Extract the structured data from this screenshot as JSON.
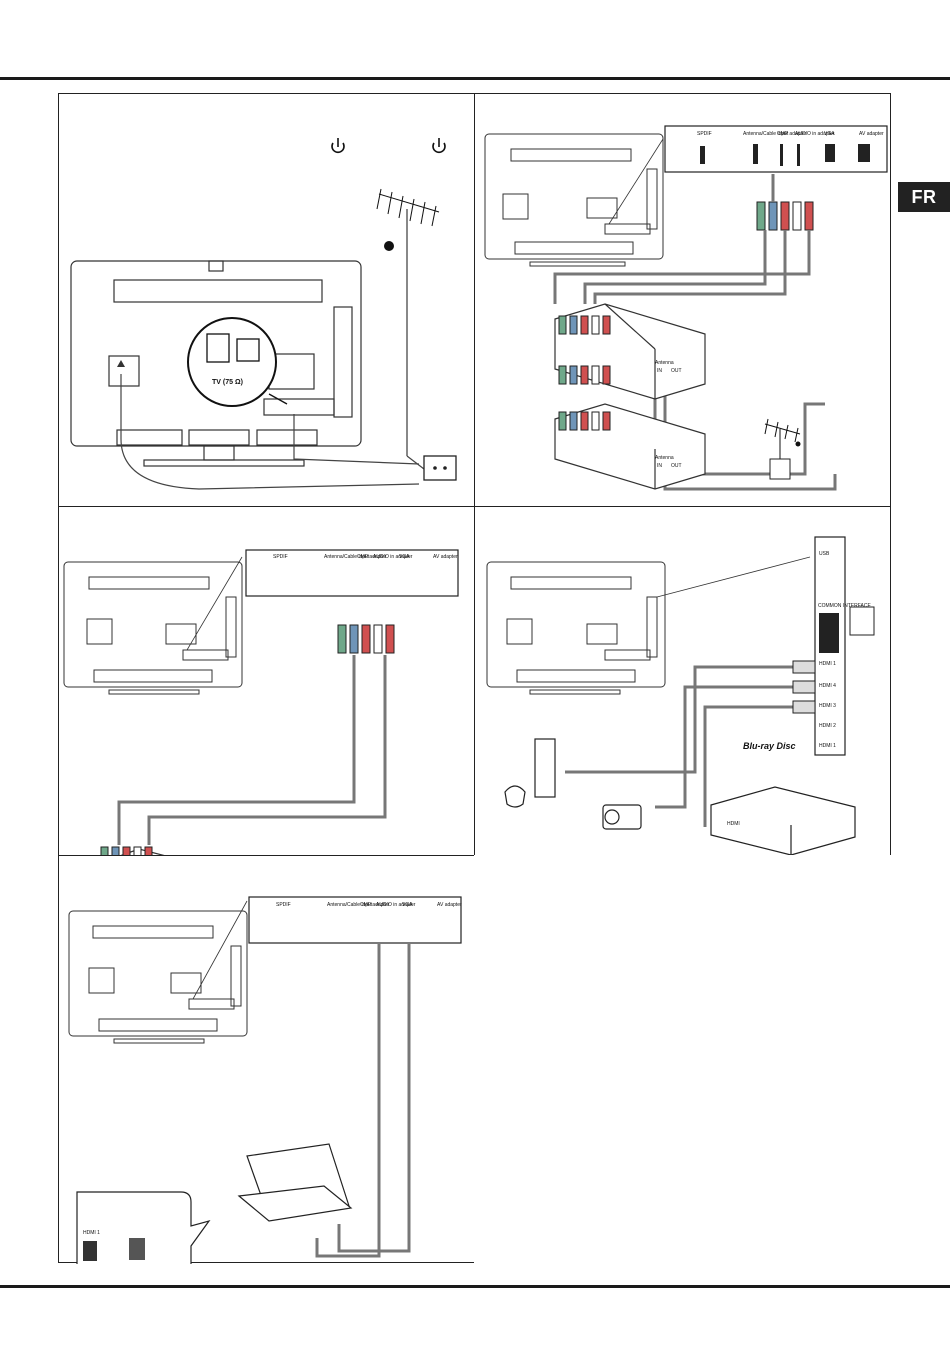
{
  "language_tab": "FR",
  "power_icons": [
    "power-symbol",
    "power-symbol"
  ],
  "panel1": {
    "tv_label": "TV (75 Ω)"
  },
  "connector_labels": {
    "spdif": "SPDIF",
    "antenna": "Antenna/Cable input",
    "cmp": "CMP adapter",
    "audio_in": "AUDIO in adapter",
    "vga": "VGA",
    "av": "AV adapter"
  },
  "box_labels": {
    "antenna": "Antenna",
    "in": "IN",
    "out": "OUT"
  },
  "panel4": {
    "ci_label": "COMMON INTERFACE",
    "hdmi_ports": [
      "HDMI 1",
      "HDMI 4",
      "HDMI 3",
      "HDMI 2",
      "HDMI 1"
    ],
    "usb_label": "USB",
    "bluray_brand": "Blu-ray Disc",
    "hdmi_box": "HDMI"
  },
  "panel5": {
    "hdmi_callout": "HDMI 1"
  }
}
